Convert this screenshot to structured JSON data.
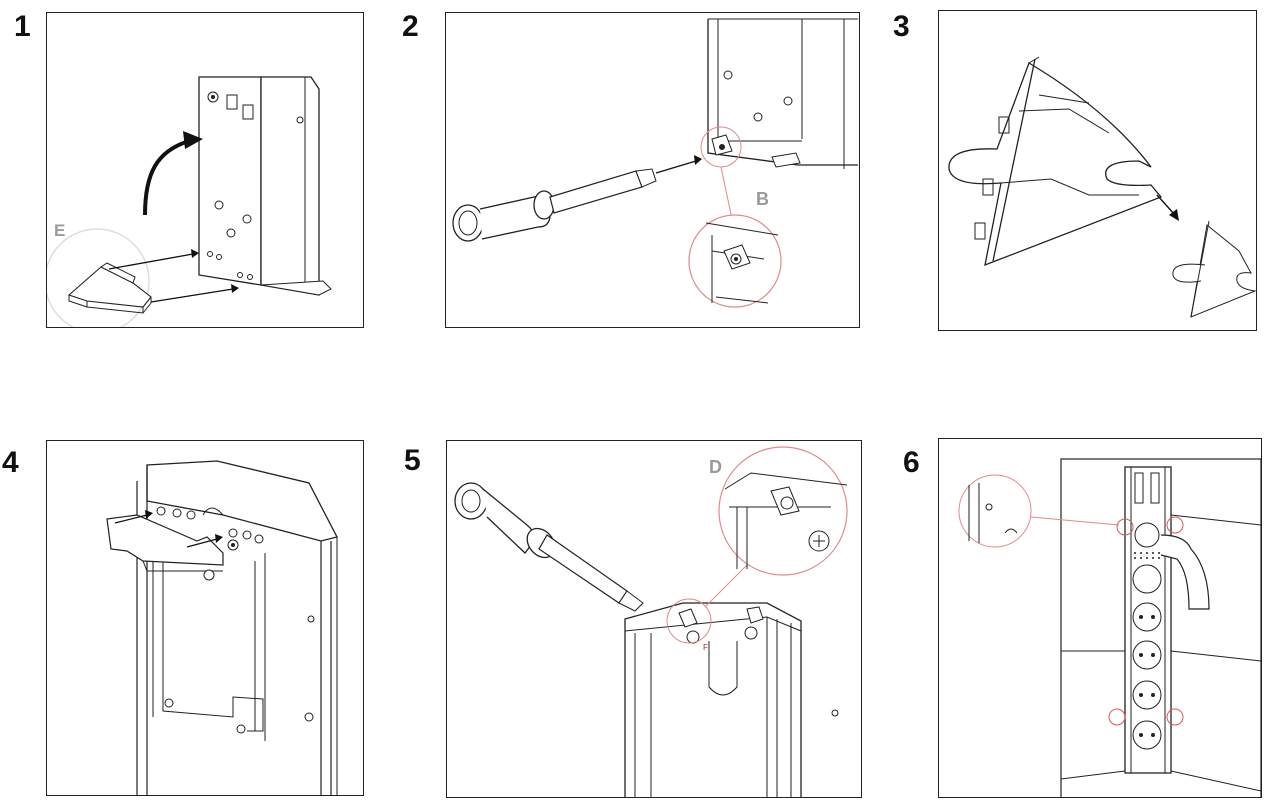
{
  "steps": [
    {
      "number": "1",
      "callout": "E"
    },
    {
      "number": "2",
      "callout": "B"
    },
    {
      "number": "3",
      "callout": ""
    },
    {
      "number": "4",
      "callout": ""
    },
    {
      "number": "5",
      "callout": "D",
      "small_mark": "F"
    },
    {
      "number": "6",
      "callout": ""
    }
  ],
  "colors": {
    "line": "#222222",
    "callout_circle": "#e08a8a",
    "callout_text": "#9a9a9a",
    "light_circle": "#dddddd"
  }
}
